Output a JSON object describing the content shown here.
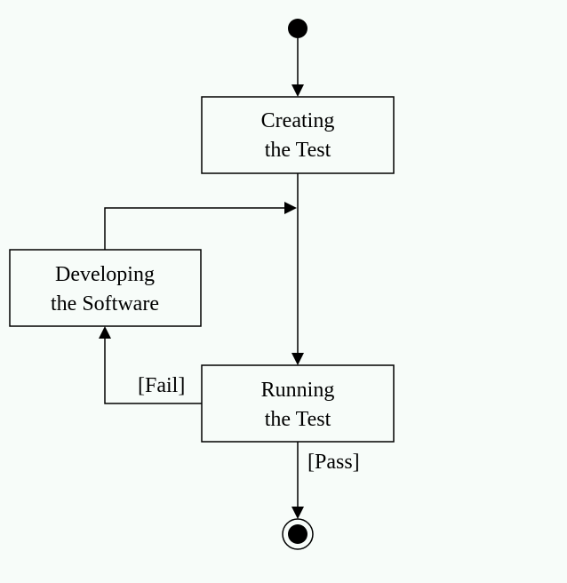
{
  "nodes": {
    "creating": {
      "line1": "Creating",
      "line2": "the Test"
    },
    "developing": {
      "line1": "Developing",
      "line2": "the Software"
    },
    "running": {
      "line1": "Running",
      "line2": "the Test"
    }
  },
  "guards": {
    "fail": "[Fail]",
    "pass": "[Pass]"
  }
}
